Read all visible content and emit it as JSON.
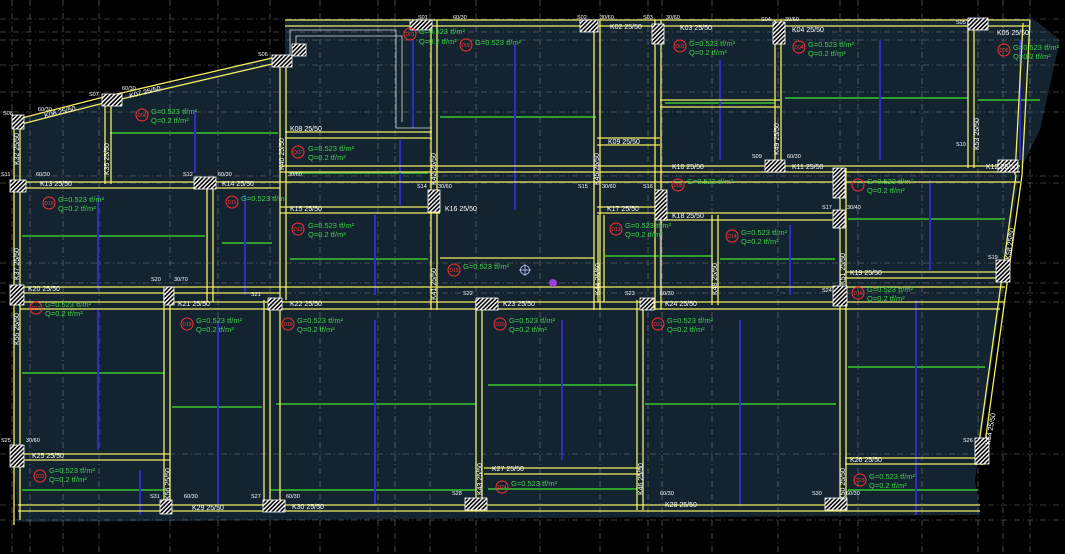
{
  "drawing": {
    "beams": [
      {
        "id": "k02",
        "label": "K02 25/50"
      },
      {
        "id": "k03",
        "label": "K03 25/50"
      },
      {
        "id": "k04",
        "label": "K04 25/50"
      },
      {
        "id": "k05",
        "label": "K05 25/50"
      },
      {
        "id": "k06",
        "label": "K06 25/50"
      },
      {
        "id": "k07",
        "label": "K07 25/50"
      },
      {
        "id": "k08",
        "label": "K08 25/50"
      },
      {
        "id": "k09",
        "label": "K09 25/50"
      },
      {
        "id": "k10",
        "label": "K10 25/50"
      },
      {
        "id": "k11",
        "label": "K11 25/50"
      },
      {
        "id": "k12",
        "label": "K12 25/50"
      },
      {
        "id": "k13",
        "label": "K13 25/50"
      },
      {
        "id": "k14",
        "label": "K14 25/50"
      },
      {
        "id": "k15",
        "label": "K15 25/50"
      },
      {
        "id": "k16",
        "label": "K16 25/50"
      },
      {
        "id": "k17",
        "label": "K17 25/50"
      },
      {
        "id": "k18",
        "label": "K18 25/50"
      },
      {
        "id": "k19",
        "label": "K19 25/50"
      },
      {
        "id": "k20",
        "label": "K20 25/50"
      },
      {
        "id": "k21",
        "label": "K21 25/50"
      },
      {
        "id": "k22",
        "label": "K22 25/50"
      },
      {
        "id": "k23",
        "label": "K23 25/50"
      },
      {
        "id": "k24",
        "label": "K24 25/50"
      },
      {
        "id": "k25",
        "label": "K25 25/50"
      },
      {
        "id": "k26",
        "label": "K26 25/50"
      },
      {
        "id": "k27",
        "label": "K27 25/50"
      },
      {
        "id": "k28",
        "label": "K28 25/50"
      },
      {
        "id": "k29",
        "label": "K29 25/50"
      },
      {
        "id": "k30",
        "label": "K30 25/50"
      },
      {
        "id": "k32",
        "label": "K32 25/50"
      },
      {
        "id": "k35",
        "label": "K35 25/50"
      },
      {
        "id": "k37",
        "label": "K37 25/50"
      },
      {
        "id": "k40",
        "label": "K40 25/50"
      },
      {
        "id": "k41",
        "label": "K41 25/50"
      },
      {
        "id": "k42",
        "label": "K42 25/50"
      },
      {
        "id": "k43",
        "label": "K43 25/50"
      },
      {
        "id": "k44",
        "label": "K44 25/50"
      },
      {
        "id": "k45",
        "label": "K45 25/50"
      },
      {
        "id": "k46",
        "label": "K46 25/50"
      },
      {
        "id": "k48",
        "label": "K48 25/50"
      },
      {
        "id": "k49",
        "label": "K49 25/50"
      },
      {
        "id": "k50",
        "label": "K50 25/50"
      },
      {
        "id": "k51",
        "label": "K51 25/50"
      },
      {
        "id": "k53",
        "label": "K53 25/50"
      },
      {
        "id": "k54",
        "label": "K54 25/50"
      },
      {
        "id": "k55",
        "label": "K55 25/50"
      },
      {
        "id": "k56",
        "label": "K56 25/50"
      },
      {
        "id": "k58",
        "label": "K58 25/50"
      }
    ],
    "columns": [
      {
        "id": "s01",
        "label": "S01"
      },
      {
        "id": "s02",
        "label": "S02"
      },
      {
        "id": "s03",
        "label": "S03"
      },
      {
        "id": "s04",
        "label": "S04"
      },
      {
        "id": "s05",
        "label": "S05"
      },
      {
        "id": "s06",
        "label": "S06"
      },
      {
        "id": "s07",
        "label": "S07"
      },
      {
        "id": "s08",
        "label": "S08"
      },
      {
        "id": "s09",
        "label": "S09"
      },
      {
        "id": "s10",
        "label": "S10"
      },
      {
        "id": "s11",
        "label": "S11"
      },
      {
        "id": "s12",
        "label": "S12"
      },
      {
        "id": "s14",
        "label": "S14"
      },
      {
        "id": "s15",
        "label": "S15"
      },
      {
        "id": "s16",
        "label": "S16"
      },
      {
        "id": "s17",
        "label": "S17"
      },
      {
        "id": "s19",
        "label": "S19"
      },
      {
        "id": "s20",
        "label": "S20"
      },
      {
        "id": "s21",
        "label": "S21"
      },
      {
        "id": "s22",
        "label": "S22"
      },
      {
        "id": "s23",
        "label": "S23"
      },
      {
        "id": "s24",
        "label": "S24"
      },
      {
        "id": "s25",
        "label": "S25"
      },
      {
        "id": "s26",
        "label": "S26"
      },
      {
        "id": "s27",
        "label": "S27"
      },
      {
        "id": "s28",
        "label": "S28"
      },
      {
        "id": "s30",
        "label": "S30"
      },
      {
        "id": "s31",
        "label": "S31"
      }
    ],
    "column_sizes": {
      "a": "60/30",
      "b": "30/60",
      "c": "30/70",
      "d": "30/40"
    },
    "slab_loads": {
      "g": "G=0.523 tf/m²",
      "q": "Q=0.2 tf/m²"
    },
    "slabs": [
      {
        "id": "d01",
        "tag": "D01"
      },
      {
        "id": "d02",
        "tag": "D02"
      },
      {
        "id": "d03",
        "tag": "D03"
      },
      {
        "id": "d04",
        "tag": "D04"
      },
      {
        "id": "d05",
        "tag": "D05"
      },
      {
        "id": "d06",
        "tag": "D06"
      },
      {
        "id": "d07",
        "tag": "D07"
      },
      {
        "id": "d08",
        "tag": "D08"
      },
      {
        "id": "d10",
        "tag": "D10"
      },
      {
        "id": "d11",
        "tag": "D11"
      },
      {
        "id": "d12",
        "tag": "D12"
      },
      {
        "id": "d13",
        "tag": "D13"
      },
      {
        "id": "d14",
        "tag": "D14"
      },
      {
        "id": "d15",
        "tag": "D15"
      },
      {
        "id": "d16",
        "tag": "D16"
      },
      {
        "id": "d17",
        "tag": "D17"
      },
      {
        "id": "d18",
        "tag": "D18"
      },
      {
        "id": "d19",
        "tag": "D19"
      },
      {
        "id": "d20",
        "tag": "D20"
      },
      {
        "id": "d21",
        "tag": "D21"
      },
      {
        "id": "d22",
        "tag": "D22"
      },
      {
        "id": "d23",
        "tag": "D23"
      },
      {
        "id": "d24",
        "tag": "D24"
      }
    ],
    "colors": {
      "background": "#000000",
      "slab_fill": "#13232f",
      "beam": "#f2ee62",
      "column_hatch": "#ffffff",
      "rebar_top": "#2e9e2e",
      "rebar_bottom": "#2c2cc8",
      "grid": "#8a8a8a",
      "slab_tag": "#ff3030",
      "load_text": "#3fd24a"
    }
  }
}
